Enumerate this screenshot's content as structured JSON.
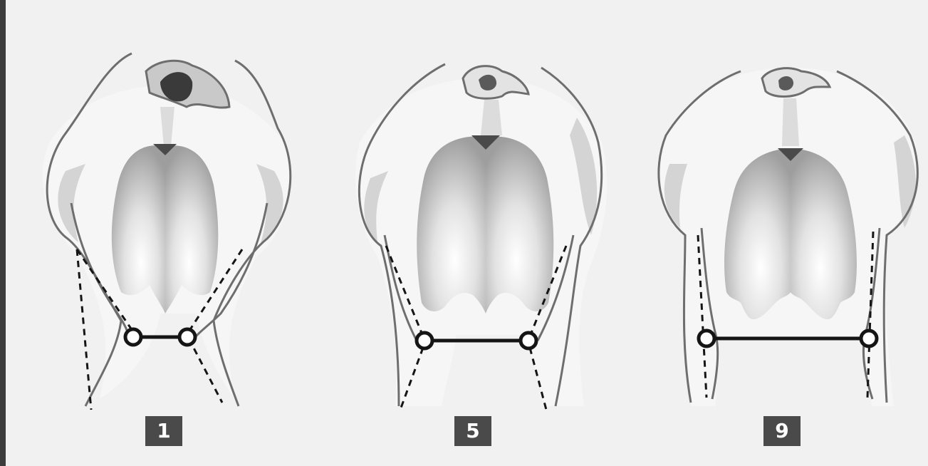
{
  "panels": [
    {
      "number_label": "1"
    },
    {
      "number_label": "5"
    },
    {
      "number_label": "9"
    }
  ],
  "colors": {
    "background": "#f1f1f1",
    "outline": "#6e6e6e",
    "shadow": "#d6d6d6",
    "marker": "#151515",
    "badge_bg": "#4a4a4a",
    "badge_text": "#ffffff"
  }
}
